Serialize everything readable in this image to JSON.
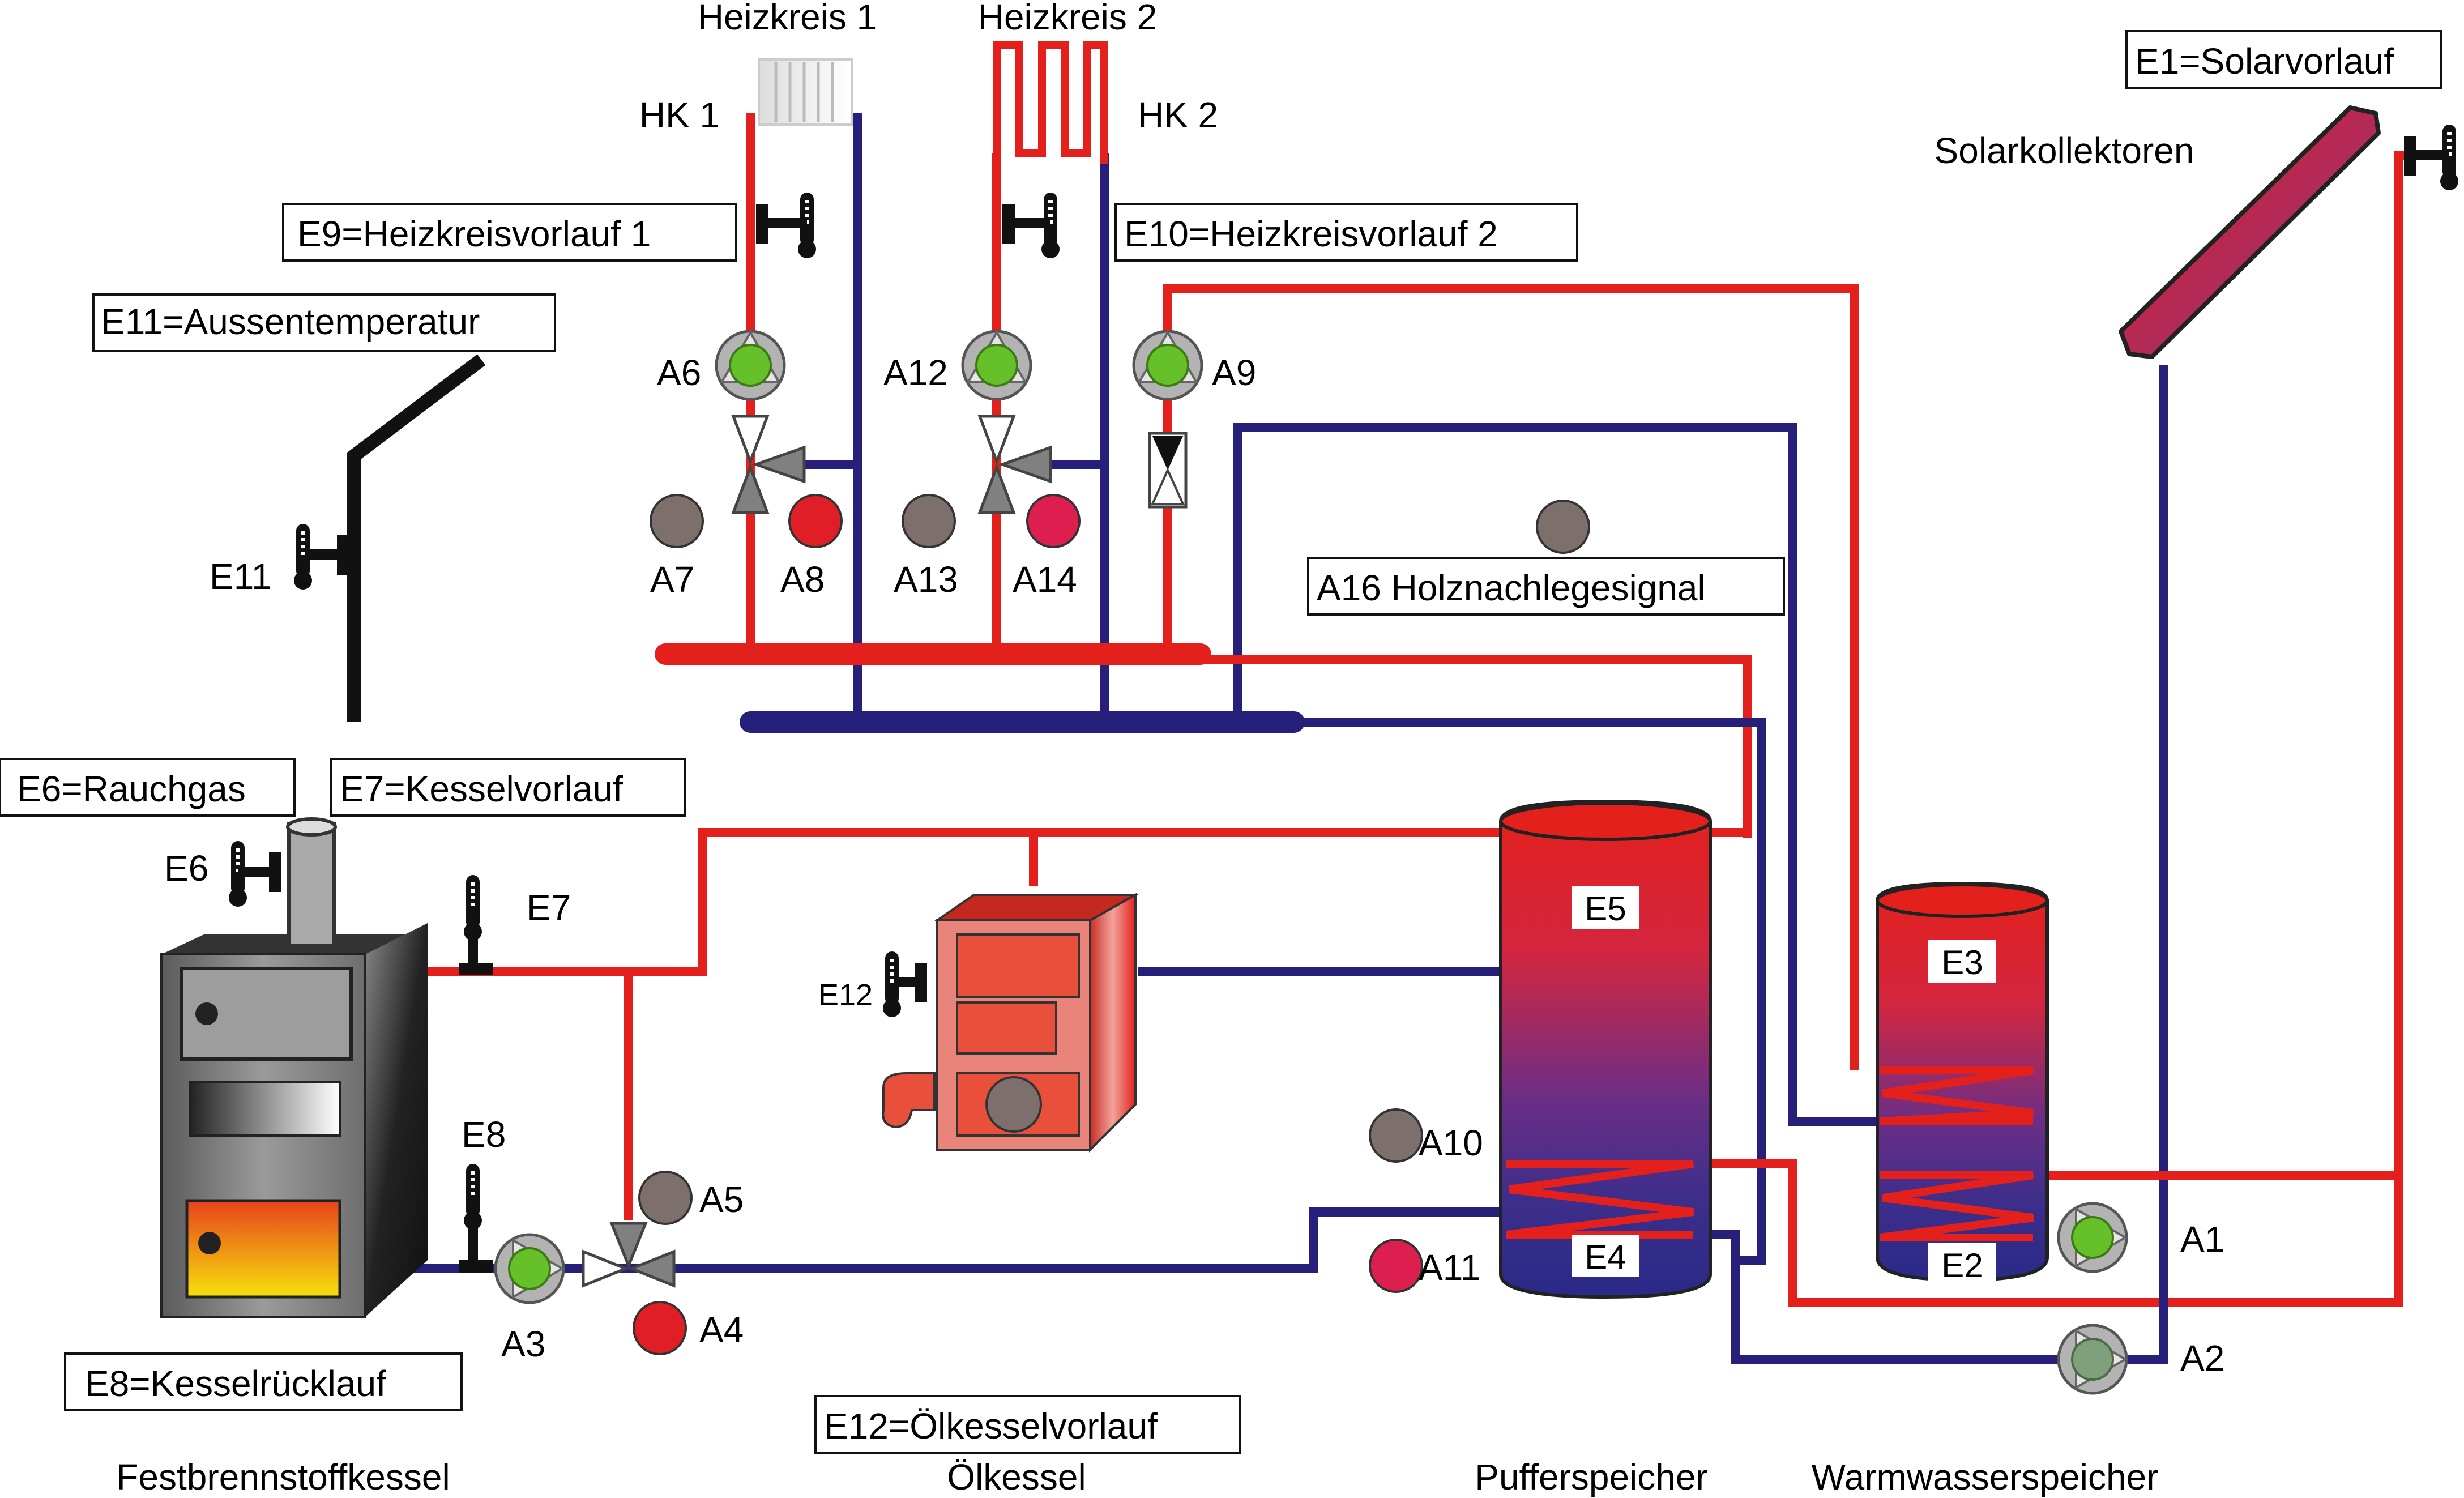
{
  "colors": {
    "hot": "#e3201b",
    "cold": "#26207a",
    "pipe_black": "#111111",
    "pump_green": "#65c02a",
    "pump_gray": "#b3b3b3",
    "signal_gray": "#7d6f6b",
    "signal_red": "#e01e25",
    "signal_pink": "#dc1f4f"
  },
  "headings": {
    "heizkreis1": "Heizkreis 1",
    "heizkreis2": "Heizkreis 2",
    "hk1": "HK 1",
    "hk2": "HK 2",
    "solarkollektoren": "Solarkollektoren"
  },
  "boxes": {
    "e1": "E1=Solarvorlauf",
    "e9": "E9=Heizkreisvorlauf 1",
    "e10": "E10=Heizkreisvorlauf 2",
    "e11": "E11=Aussentemperatur",
    "a16": "A16  Holznachlegesignal",
    "e6": "E6=Rauchgas",
    "e7": "E7=Kesselvorlauf",
    "e8": "E8=Kesselrücklauf",
    "e12": "E12=Ölkesselvorlauf"
  },
  "labels": {
    "a6": "A6",
    "a12": "A12",
    "a9": "A9",
    "a7": "A7",
    "a8": "A8",
    "a13": "A13",
    "a14": "A14",
    "e11": "E11",
    "e6": "E6",
    "e7": "E7",
    "e8": "E8",
    "e12": "E12",
    "a5": "A5",
    "a4": "A4",
    "a3": "A3",
    "a10": "A10",
    "a11": "A11",
    "a1": "A1",
    "a2": "A2",
    "e5": "E5",
    "e4": "E4",
    "e3": "E3",
    "e2": "E2"
  },
  "captions": {
    "festbrennstoffkessel": "Festbrennstoffkessel",
    "oelkessel": "Ölkessel",
    "pufferspeicher": "Pufferspeicher",
    "warmwasserspeicher": "Warmwasserspeicher"
  }
}
